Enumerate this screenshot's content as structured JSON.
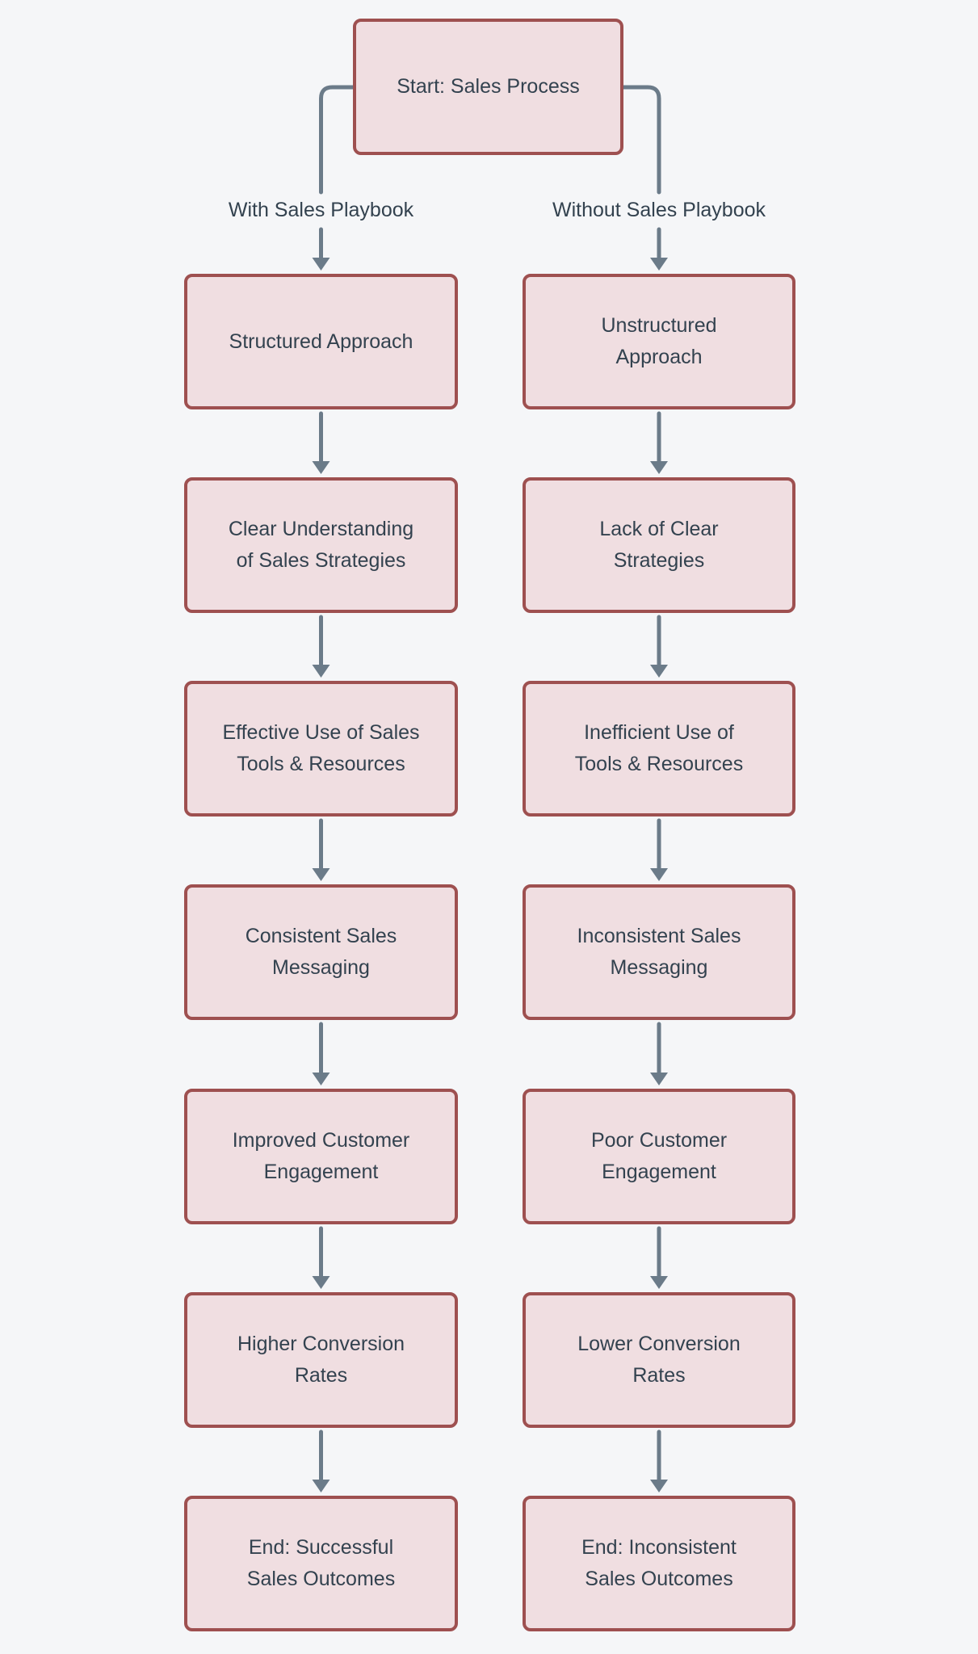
{
  "flow": {
    "colors": {
      "background": "#f5f6f8",
      "node_fill": "#f0dee1",
      "node_border": "#9e5050",
      "edge": "#6b7b89",
      "text": "#33424f"
    },
    "start": {
      "label": "Start: Sales Process"
    },
    "branches": [
      {
        "edge_label": "With Sales Playbook",
        "nodes": [
          {
            "label": "Structured Approach"
          },
          {
            "label": "Clear Understanding\nof Sales Strategies"
          },
          {
            "label": "Effective Use of Sales\nTools & Resources"
          },
          {
            "label": "Consistent Sales\nMessaging"
          },
          {
            "label": "Improved Customer\nEngagement"
          },
          {
            "label": "Higher Conversion\nRates"
          },
          {
            "label": "End: Successful\nSales Outcomes"
          }
        ]
      },
      {
        "edge_label": "Without Sales Playbook",
        "nodes": [
          {
            "label": "Unstructured\nApproach"
          },
          {
            "label": "Lack of Clear\nStrategies"
          },
          {
            "label": "Inefficient Use of\nTools & Resources"
          },
          {
            "label": "Inconsistent Sales\nMessaging"
          },
          {
            "label": "Poor Customer\nEngagement"
          },
          {
            "label": "Lower Conversion\nRates"
          },
          {
            "label": "End: Inconsistent\nSales Outcomes"
          }
        ]
      }
    ],
    "edges": [
      {
        "from": "Start: Sales Process",
        "to": "Structured Approach",
        "label": "With Sales Playbook"
      },
      {
        "from": "Start: Sales Process",
        "to": "Unstructured Approach",
        "label": "Without Sales Playbook"
      },
      {
        "from": "Structured Approach",
        "to": "Clear Understanding of Sales Strategies",
        "label": ""
      },
      {
        "from": "Clear Understanding of Sales Strategies",
        "to": "Effective Use of Sales Tools & Resources",
        "label": ""
      },
      {
        "from": "Effective Use of Sales Tools & Resources",
        "to": "Consistent Sales Messaging",
        "label": ""
      },
      {
        "from": "Consistent Sales Messaging",
        "to": "Improved Customer Engagement",
        "label": ""
      },
      {
        "from": "Improved Customer Engagement",
        "to": "Higher Conversion Rates",
        "label": ""
      },
      {
        "from": "Higher Conversion Rates",
        "to": "End: Successful Sales Outcomes",
        "label": ""
      },
      {
        "from": "Unstructured Approach",
        "to": "Lack of Clear Strategies",
        "label": ""
      },
      {
        "from": "Lack of Clear Strategies",
        "to": "Inefficient Use of Tools & Resources",
        "label": ""
      },
      {
        "from": "Inefficient Use of Tools & Resources",
        "to": "Inconsistent Sales Messaging",
        "label": ""
      },
      {
        "from": "Inconsistent Sales Messaging",
        "to": "Poor Customer Engagement",
        "label": ""
      },
      {
        "from": "Poor Customer Engagement",
        "to": "Lower Conversion Rates",
        "label": ""
      },
      {
        "from": "Lower Conversion Rates",
        "to": "End: Inconsistent Sales Outcomes",
        "label": ""
      }
    ]
  }
}
